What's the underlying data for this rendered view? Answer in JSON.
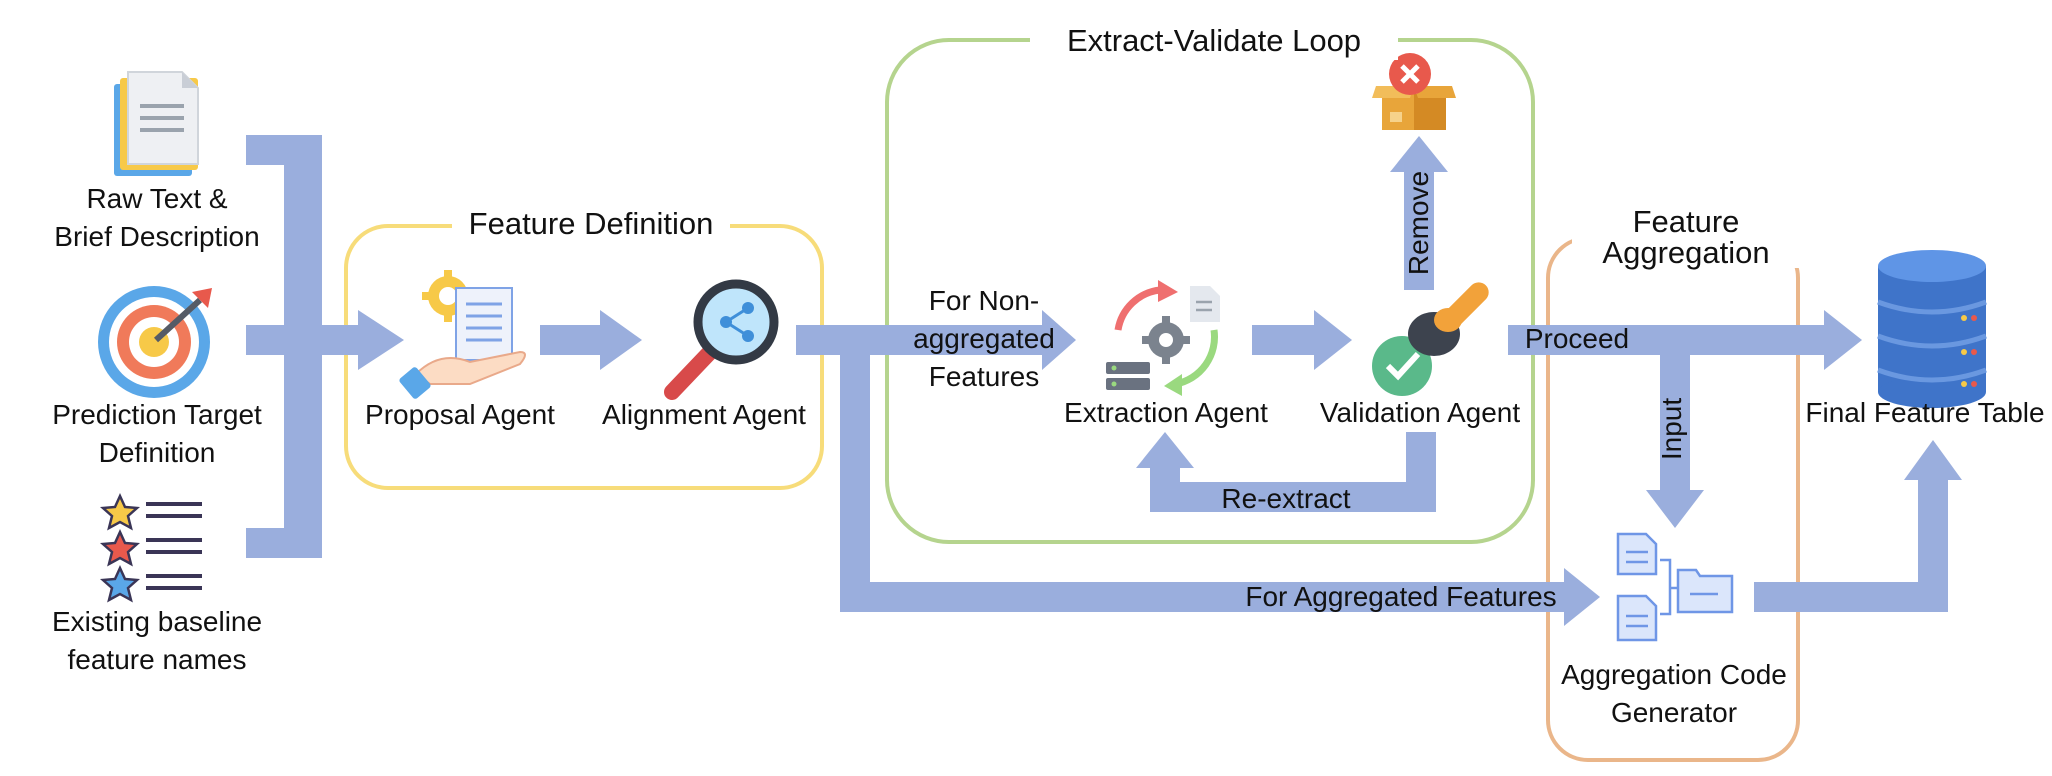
{
  "inputs": {
    "raw_text": "Raw Text & Brief Description",
    "raw_text_line1": "Raw Text &",
    "raw_text_line2": "Brief Description",
    "prediction_line1": "Prediction Target",
    "prediction_line2": "Definition",
    "baseline_line1": "Existing baseline",
    "baseline_line2": "feature names"
  },
  "feature_definition": {
    "title": "Feature Definition",
    "proposal_agent": "Proposal Agent",
    "alignment_agent": "Alignment Agent"
  },
  "extract_validate_loop": {
    "title": "Extract-Validate Loop",
    "non_aggregated_line1": "For Non-",
    "non_aggregated_line2": "aggregated",
    "non_aggregated_line3": "Features",
    "extraction_agent": "Extraction Agent",
    "validation_agent": "Validation Agent",
    "remove": "Remove",
    "re_extract": "Re-extract"
  },
  "feature_aggregation": {
    "title_line1": "Feature",
    "title_line2": "Aggregation",
    "proceed": "Proceed",
    "input": "Input",
    "for_aggregated": "For Aggregated Features",
    "generator_line1": "Aggregation Code",
    "generator_line2": "Generator"
  },
  "output": {
    "final_table": "Final Feature Table"
  },
  "colors": {
    "arrow": "#9aaedd",
    "feature_definition_border": "#f7dc7a",
    "loop_border": "#b5d48e",
    "aggregation_border": "#eab68a"
  }
}
